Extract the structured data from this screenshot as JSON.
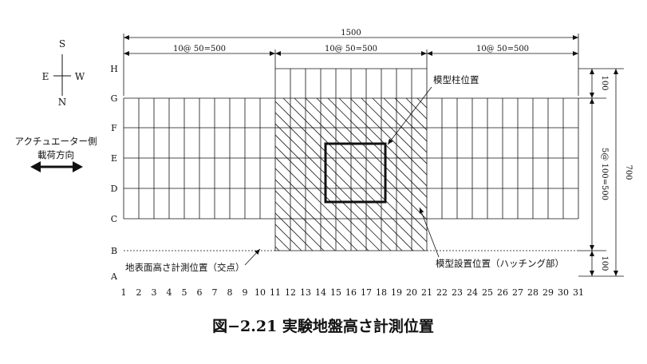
{
  "dimensions": {
    "total": "1500",
    "segment_left": "10@ 50=500",
    "segment_middle": "10@ 50=500",
    "segment_right": "10@ 50=500",
    "right_top": "100",
    "right_middle": "5@ 100=500",
    "right_bottom": "100",
    "right_total": "700"
  },
  "compass": {
    "north": "N",
    "south": "S",
    "east": "E",
    "west": "W"
  },
  "actuator": {
    "line1": "アクチュエーター側",
    "line2": "載荷方向"
  },
  "rows": [
    "H",
    "G",
    "F",
    "E",
    "D",
    "C",
    "B",
    "A"
  ],
  "columns": [
    "1",
    "2",
    "3",
    "4",
    "5",
    "6",
    "7",
    "8",
    "9",
    "10",
    "11",
    "12",
    "13",
    "14",
    "15",
    "16",
    "17",
    "18",
    "19",
    "20",
    "21",
    "22",
    "23",
    "24",
    "25",
    "26",
    "27",
    "28",
    "29",
    "30",
    "31"
  ],
  "labels": {
    "model_column_position": "模型柱位置",
    "surface_height_points": "地表面高さ計測位置（交点）",
    "model_installation": "模型設置位置（ハッチング部）"
  },
  "caption": "図−2.21 実験地盤高さ計測位置"
}
